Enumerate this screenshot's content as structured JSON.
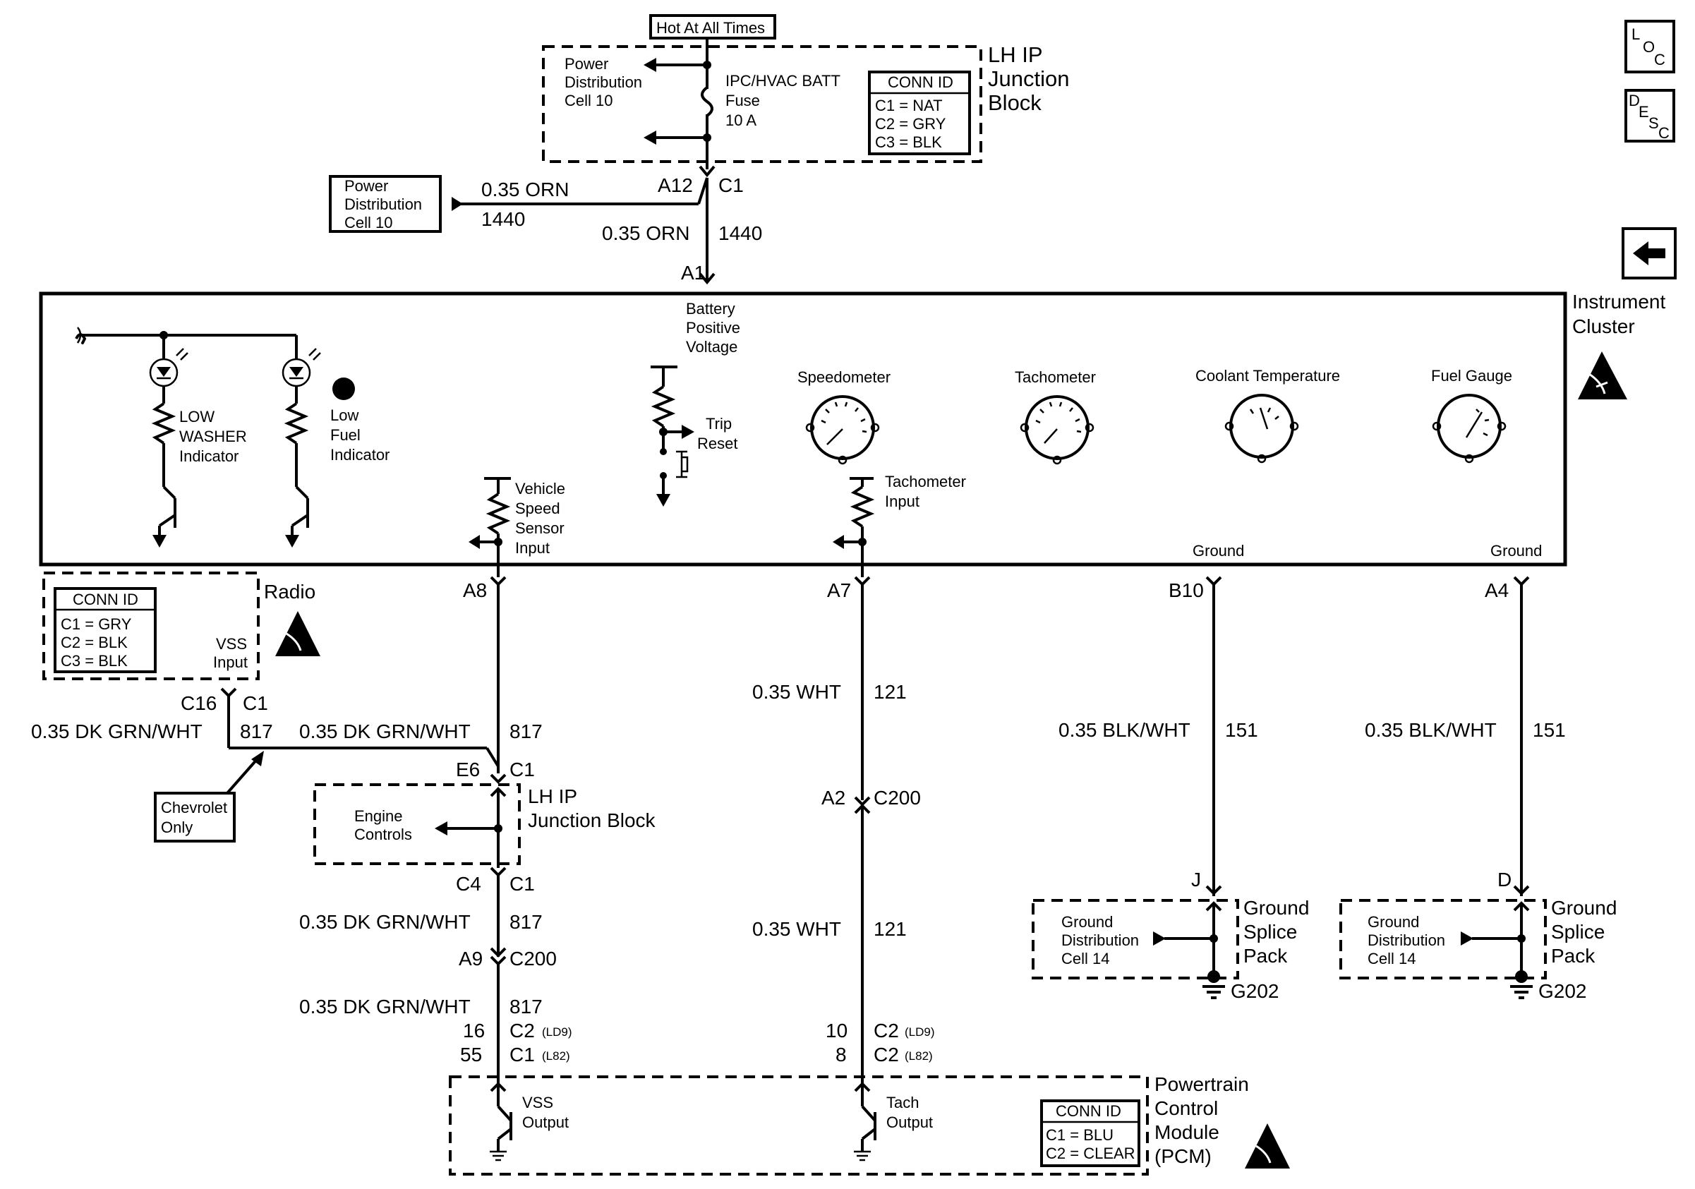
{
  "hot_label": "Hot At All Times",
  "jb_top": {
    "title": [
      "LH IP",
      "Junction",
      "Block"
    ],
    "pd": [
      "Power",
      "Distribution",
      "Cell 10"
    ],
    "fuse": [
      "IPC/HVAC BATT",
      "Fuse",
      "10 A"
    ],
    "conn_title": "CONN ID",
    "conn": [
      "C1 = NAT",
      "C2 = GRY",
      "C3 = BLK"
    ],
    "pin": "A12",
    "conn_name": "C1"
  },
  "pd_box": [
    "Power",
    "Distribution",
    "Cell 10"
  ],
  "wire_orn": {
    "size": "0.35 ORN",
    "circuit": "1440"
  },
  "cluster": {
    "entry_pin": "A1",
    "title": [
      "Instrument",
      "Cluster"
    ],
    "battery": [
      "Battery",
      "Positive",
      "Voltage"
    ],
    "low_washer": [
      "LOW",
      "WASHER",
      "Indicator"
    ],
    "low_fuel": [
      "Low",
      "Fuel",
      "Indicator"
    ],
    "trip": [
      "Trip",
      "Reset"
    ],
    "vss_input": [
      "Vehicle",
      "Speed",
      "Sensor",
      "Input"
    ],
    "tach_input": [
      "Tachometer",
      "Input"
    ],
    "gauges": [
      "Speedometer",
      "Tachometer",
      "Coolant Temperature",
      "Fuel Gauge"
    ],
    "ground": "Ground"
  },
  "side_buttons": {
    "loc": [
      "L",
      "O",
      "C"
    ],
    "desc": [
      "D",
      "E",
      "S",
      "C"
    ]
  },
  "radio": {
    "title": "Radio",
    "conn_title": "CONN ID",
    "conn": [
      "C1 = GRY",
      "C2 = BLK",
      "C3 = BLK"
    ],
    "vss": [
      "VSS",
      "Input"
    ],
    "pin": "C16",
    "conn_name": "C1"
  },
  "chevrolet_only": [
    "Chevrolet",
    "Only"
  ],
  "col_vss": {
    "pin_top": "A8",
    "wire_radio": {
      "size": "0.35 DK GRN/WHT",
      "circuit": "817"
    },
    "wire1": {
      "size": "0.35 DK GRN/WHT",
      "circuit": "817"
    },
    "jb_in": {
      "pin": "E6",
      "conn": "C1"
    },
    "jb_title": [
      "LH IP",
      "Junction Block"
    ],
    "engine": [
      "Engine",
      "Controls"
    ],
    "jb_out": {
      "pin": "C4",
      "conn": "C1"
    },
    "wire2": {
      "size": "0.35 DK GRN/WHT",
      "circuit": "817"
    },
    "c200": {
      "pin": "A9",
      "conn": "C200"
    },
    "wire3": {
      "size": "0.35 DK GRN/WHT",
      "circuit": "817"
    },
    "pcm_pins": [
      {
        "pin": "16",
        "conn": "C2",
        "opt": "(LD9)"
      },
      {
        "pin": "55",
        "conn": "C1",
        "opt": "(L82)"
      }
    ]
  },
  "col_tach": {
    "pin_top": "A7",
    "wire1": {
      "size": "0.35 WHT",
      "circuit": "121"
    },
    "c200": {
      "pin": "A2",
      "conn": "C200"
    },
    "wire2": {
      "size": "0.35 WHT",
      "circuit": "121"
    },
    "pcm_pins": [
      {
        "pin": "10",
        "conn": "C2",
        "opt": "(LD9)"
      },
      {
        "pin": "8",
        "conn": "C2",
        "opt": "(L82)"
      }
    ]
  },
  "col_gnd1": {
    "pin_top": "B10",
    "wire": {
      "size": "0.35 BLK/WHT",
      "circuit": "151"
    },
    "splice_pin": "J",
    "splice": [
      "Ground",
      "Splice",
      "Pack"
    ],
    "gd": [
      "Ground",
      "Distribution",
      "Cell 14"
    ],
    "ground_id": "G202"
  },
  "col_gnd2": {
    "pin_top": "A4",
    "wire": {
      "size": "0.35 BLK/WHT",
      "circuit": "151"
    },
    "splice_pin": "D",
    "splice": [
      "Ground",
      "Splice",
      "Pack"
    ],
    "gd": [
      "Ground",
      "Distribution",
      "Cell 14"
    ],
    "ground_id": "G202"
  },
  "pcm": {
    "title": [
      "Powertrain",
      "Control",
      "Module",
      "(PCM)"
    ],
    "vss_out": [
      "VSS",
      "Output"
    ],
    "tach_out": [
      "Tach",
      "Output"
    ],
    "conn_title": "CONN ID",
    "conn": [
      "C1 = BLU",
      "C2 = CLEAR"
    ]
  }
}
